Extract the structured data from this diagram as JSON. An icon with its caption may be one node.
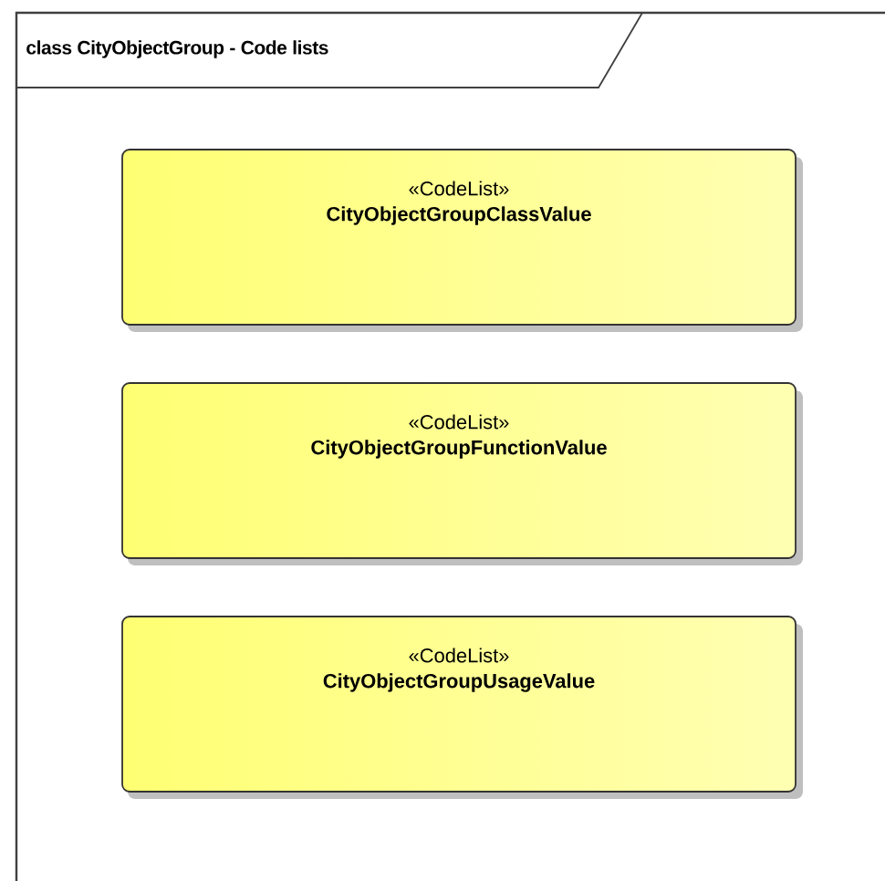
{
  "diagram": {
    "nodes": [
      {
        "text": [
          "class CityObjectGroup - Code lists"
        ]
      },
      {
        "text": [
          "«CodeList»",
          "CityObjectGroupClassValue"
        ],
        "in": 0
      },
      {
        "text": [
          "«CodeList»",
          "CityObjectGroupFunctionValue"
        ],
        "in": 0
      },
      {
        "text": [
          "«CodeList»",
          "CityObjectGroupUsageValue"
        ],
        "in": 0
      }
    ]
  }
}
